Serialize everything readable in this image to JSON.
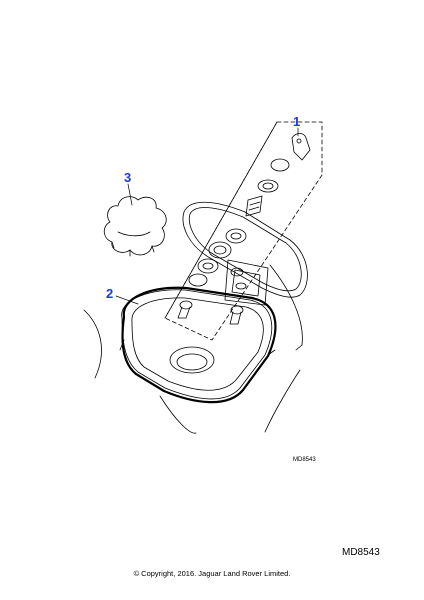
{
  "callouts": {
    "one": "1",
    "two": "2",
    "three": "3"
  },
  "reference_small": "MD8543",
  "reference_large": "MD8543",
  "copyright": "© Copyright, 2016. Jaguar Land Rover Limited.",
  "colors": {
    "callout": "#1a3bd6",
    "line": "#000000",
    "background": "#ffffff"
  },
  "parts": [
    {
      "callout": "1",
      "description": "fuel-filler-lock-assembly"
    },
    {
      "callout": "2",
      "description": "filler-housing-seal"
    },
    {
      "callout": "3",
      "description": "fuel-filler-cap"
    }
  ]
}
